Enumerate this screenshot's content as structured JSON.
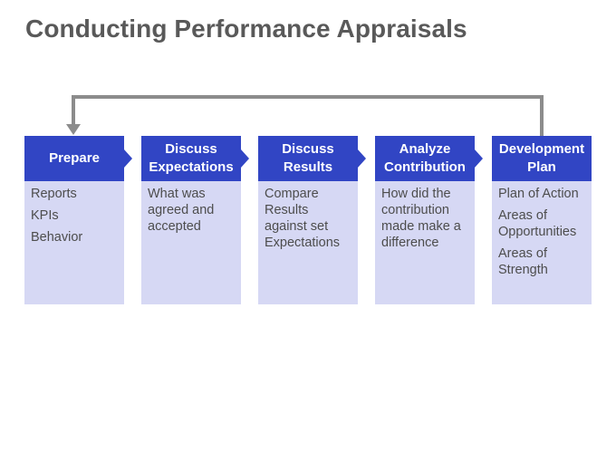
{
  "title": "Conducting Performance Appraisals",
  "colors": {
    "header_fill": "#3145c4",
    "body_fill": "#d6d8f4",
    "connector": "#8c8c8c",
    "title_text": "#595959"
  },
  "steps": [
    {
      "header": [
        "Prepare"
      ],
      "items": [
        [
          "Reports"
        ],
        [
          "KPIs"
        ],
        [
          "Behavior"
        ]
      ]
    },
    {
      "header": [
        "Discuss",
        "Expectations"
      ],
      "items": [
        [
          "What was",
          "agreed and",
          "accepted"
        ]
      ]
    },
    {
      "header": [
        "Discuss",
        "Results"
      ],
      "items": [
        [
          "Compare",
          "Results",
          "against set",
          "Expectations"
        ]
      ]
    },
    {
      "header": [
        "Analyze",
        "Contribution"
      ],
      "items": [
        [
          "How did the",
          "contribution",
          "made make a",
          "difference"
        ]
      ]
    },
    {
      "header": [
        "Development",
        "Plan"
      ],
      "items": [
        [
          "Plan of Action"
        ],
        [
          "Areas of",
          "Opportunities"
        ],
        [
          "Areas of",
          "Strength"
        ]
      ]
    }
  ]
}
